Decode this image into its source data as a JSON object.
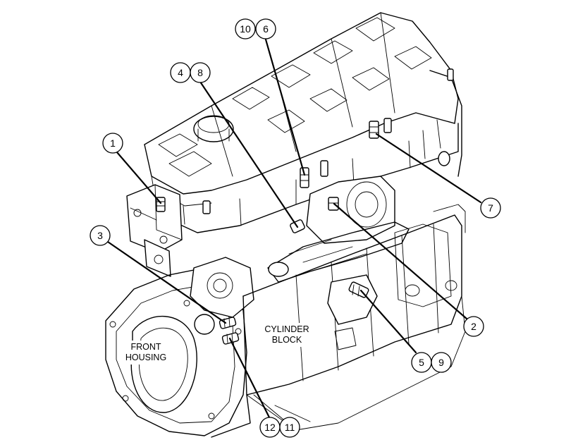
{
  "callouts": {
    "c1": "1",
    "c2": "2",
    "c3": "3",
    "c4": "4",
    "c5": "5",
    "c6": "6",
    "c7": "7",
    "c8": "8",
    "c9": "9",
    "c10": "10",
    "c11": "11",
    "c12": "12"
  },
  "labels": {
    "cylinder_block_line1": "CYLINDER",
    "cylinder_block_line2": "BLOCK",
    "front_housing_line1": "FRONT",
    "front_housing_line2": "HOUSING"
  },
  "colors": {
    "line": "#000000",
    "background": "#ffffff"
  }
}
